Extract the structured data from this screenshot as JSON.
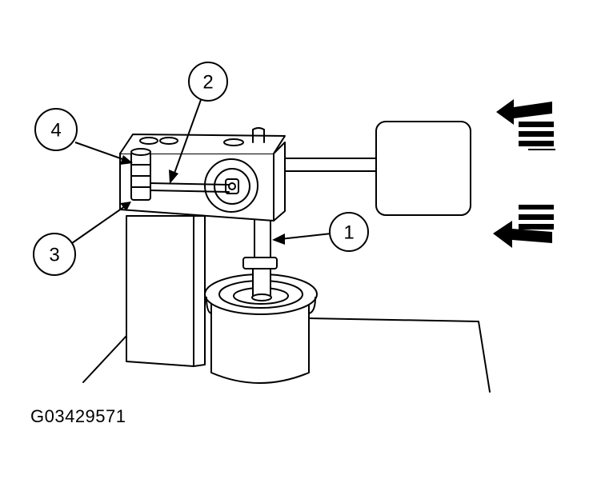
{
  "figure_id": "G03429571",
  "callouts": [
    {
      "label": "1"
    },
    {
      "label": "2"
    },
    {
      "label": "3"
    },
    {
      "label": "4"
    }
  ],
  "colors": {
    "ink": "#000000",
    "fill": "#ffffff"
  }
}
